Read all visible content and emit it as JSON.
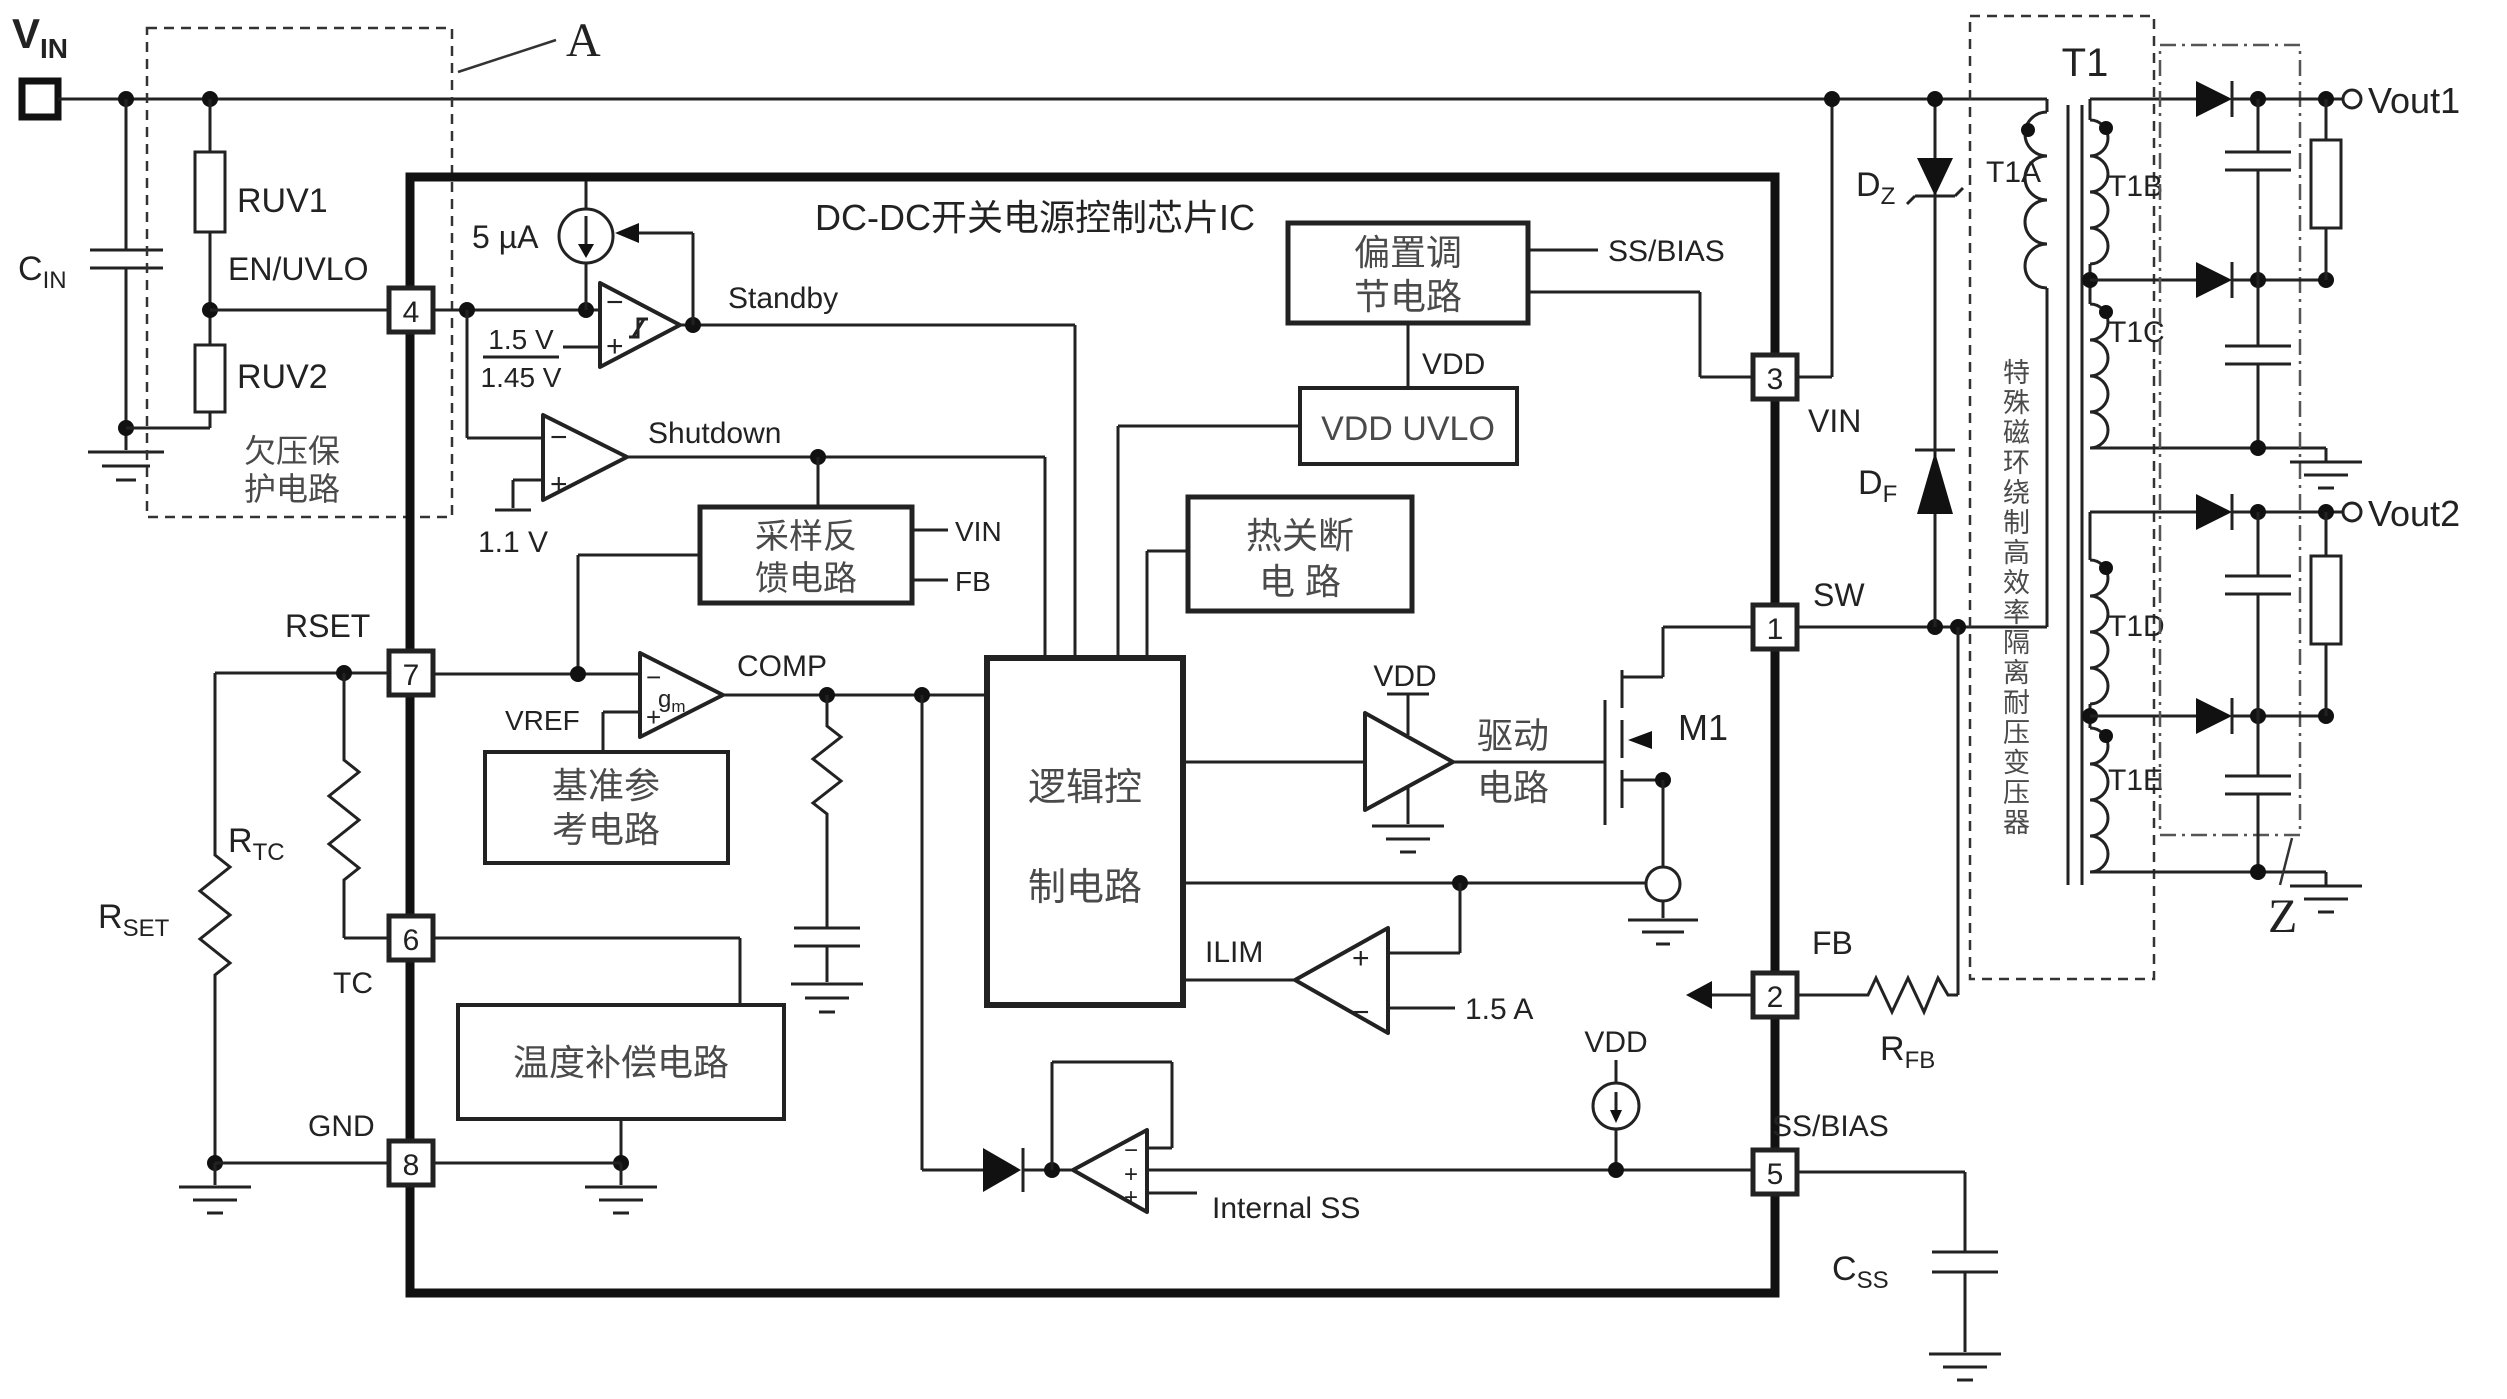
{
  "chip": {
    "title": "DC-DC开关电源控制芯片IC",
    "pins": {
      "p1": "1",
      "p2": "2",
      "p3": "3",
      "p4": "4",
      "p5": "5",
      "p6": "6",
      "p7": "7",
      "p8": "8"
    },
    "pin_labels": {
      "p4": "EN/UVLO",
      "p7": "RSET",
      "p6": "TC",
      "p8": "GND",
      "p3": "VIN",
      "p1": "SW",
      "p2": "FB",
      "p5": "SS/BIAS"
    }
  },
  "blocks": {
    "bias": {
      "l1": "偏置调",
      "l2": "节电路"
    },
    "vdd_uvlo": "VDD UVLO",
    "thermal": {
      "l1": "热关断",
      "l2": "电  路"
    },
    "sample": {
      "l1": "采样反",
      "l2": "馈电路"
    },
    "logic": {
      "l1": "逻辑控",
      "l2": "制电路"
    },
    "ref": {
      "l1": "基准参",
      "l2": "考电路"
    },
    "temp": "温度补偿电路",
    "drive": {
      "l1": "驱动",
      "l2": "电路"
    }
  },
  "signals": {
    "standby": "Standby",
    "shutdown": "Shutdown",
    "comp": "COMP",
    "vref": "VREF",
    "gm": {
      "base": "g",
      "sub": "m"
    },
    "ilim": "ILIM",
    "internal_ss": "Internal SS",
    "ss_bias": "SS/BIAS",
    "vdd": "VDD",
    "vin_stub": "VIN",
    "fb_stub": "FB"
  },
  "values": {
    "i_en": "5 µA",
    "vth_hi": "1.5 V",
    "vth_lo": "1.45 V",
    "v_shutdown": "1.1 V",
    "i_limit": "1.5 A"
  },
  "components": {
    "vin": {
      "base": "V",
      "sub": "IN"
    },
    "cin": {
      "base": "C",
      "sub": "IN"
    },
    "ruv1": "RUV1",
    "ruv2": "RUV2",
    "rtc": {
      "base": "R",
      "sub": "TC"
    },
    "rset": {
      "base": "R",
      "sub": "SET"
    },
    "rfb": {
      "base": "R",
      "sub": "FB"
    },
    "css": {
      "base": "C",
      "sub": "SS"
    },
    "dz": {
      "base": "D",
      "sub": "Z"
    },
    "df": {
      "base": "D",
      "sub": "F"
    },
    "m1": "M1"
  },
  "outputs": {
    "vout1": "Vout1",
    "vout2": "Vout2"
  },
  "annotations": {
    "a": "A",
    "z": "Z",
    "uvp": {
      "l1": "欠压保",
      "l2": "护电路"
    },
    "transformer_note": "特殊磁环绕制高效率隔离耐压变压器",
    "t1": "T1",
    "t1a": "T1A",
    "t1b": "T1B",
    "t1c": "T1C",
    "t1d": "T1D",
    "t1e": "T1E"
  }
}
